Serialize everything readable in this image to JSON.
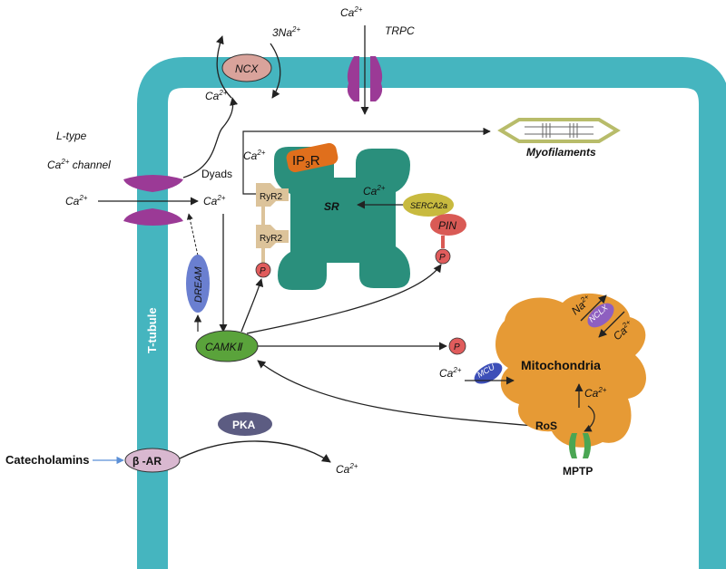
{
  "membrane_label": "T-tubule",
  "ncx": {
    "name": "NCX",
    "ion_top": "3Na",
    "ion_top_sup": "2+",
    "ion_bottom": "Ca",
    "ion_bottom_sup": "2+"
  },
  "trpc": {
    "name": "TRPC",
    "ion": "Ca",
    "ion_sup": "2+"
  },
  "ltype": {
    "line1": "L-type",
    "line2_pre": "Ca",
    "line2_sup": "2+",
    "line2_post": " channel",
    "ion_out": "Ca",
    "ion_out_sup": "2+",
    "ion_in": "Ca",
    "ion_in_sup": "2+"
  },
  "dyads": {
    "label": "Dyads",
    "ion": "Ca",
    "ion_sup": "2+"
  },
  "sr": {
    "label": "SR",
    "ip3r_main": "IP",
    "ip3r_sub": "3",
    "ip3r_end": "R",
    "ryr_top": "RyR2",
    "ryr_bottom": "RyR2",
    "serca": "SERCA2a",
    "ion": "Ca",
    "ion_sup": "2+",
    "pin": "PIN"
  },
  "phospho": {
    "label": "P"
  },
  "myofilaments": {
    "label": "Myofilaments"
  },
  "dream": {
    "label": "DREAM"
  },
  "camk": {
    "label": "CAMKⅡ"
  },
  "mito": {
    "label": "Mitochondria",
    "mcu": "MCU",
    "nclx": "NCLX",
    "na_ion": "Na",
    "na_sup": "2+",
    "ca_ion_right": "Ca",
    "ca_sup_right": "2+",
    "mcu_ion": "Ca",
    "mcu_ion_sup": "2+",
    "inner_ion": "Ca",
    "inner_ion_sup": "2+",
    "ros": "RoS",
    "mptp": "MPTP"
  },
  "pka": {
    "label": "PKA"
  },
  "bar": {
    "label": "β -AR",
    "input": "Catecholamins",
    "ion": "Ca",
    "ion_sup": "2+"
  },
  "colors": {
    "tubule": "#45b5bf",
    "sr": "#2a8f7c",
    "mito": "#e69a35",
    "channel": "#9b3a96",
    "ncx": "#d9a39b",
    "camk": "#5aa33b",
    "dream": "#6a7fd0",
    "pka": "#5c5c82",
    "bar": "#d9b8d0",
    "ip3r": "#e06f1c",
    "ryr": "#dcc39a",
    "serca": "#c8ba3f",
    "pin": "#d95a55",
    "phos": "#e05c5c",
    "mcu": "#3d4fb8",
    "nclx": "#8e5fc0",
    "mptp": "#4aa653",
    "myofilament": "#c4c87a"
  }
}
